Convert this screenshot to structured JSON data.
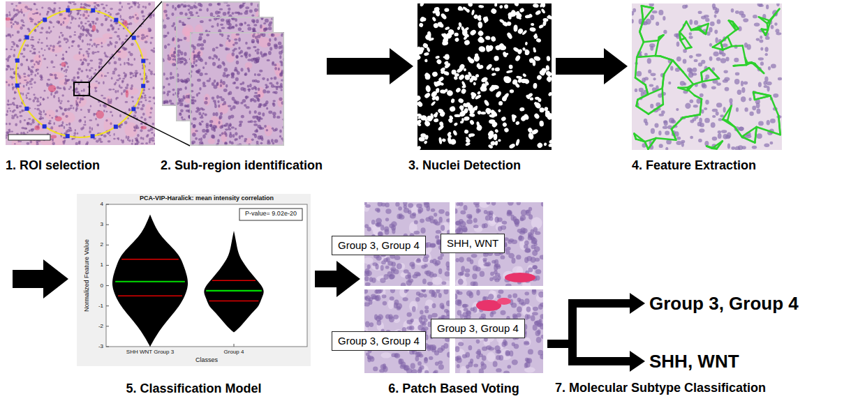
{
  "diagram": {
    "nodes": [
      {
        "text": [
          "1. ROI selection"
        ]
      },
      {
        "text": [
          "2. Sub-region identification"
        ]
      },
      {
        "text": [
          "3. Nuclei Detection"
        ]
      },
      {
        "text": [
          "4. Feature Extraction"
        ]
      },
      {
        "text": [
          "5. Classification Model"
        ]
      },
      {
        "text": [
          "6. Patch Based Voting"
        ]
      },
      {
        "text": [
          "Group 3, Group 4"
        ],
        "in": 5
      },
      {
        "text": [
          "SHH, WNT"
        ],
        "in": 5
      },
      {
        "text": [
          "Group 3, Group 4"
        ],
        "in": 5
      },
      {
        "text": [
          "Group 3, Group 4"
        ],
        "in": 5
      },
      {
        "text": [
          "Group 3, Group 4"
        ]
      },
      {
        "text": [
          "SHH, WNT"
        ]
      }
    ],
    "edges": [
      {
        "from": 1,
        "to": 2,
        "arrow": "to"
      },
      {
        "from": 2,
        "to": 3,
        "arrow": "to"
      },
      {
        "from": 4,
        "to": 5,
        "arrow": "to"
      },
      {
        "from": 5,
        "to": 10,
        "arrow": "to"
      },
      {
        "from": 5,
        "to": 11,
        "arrow": "to"
      }
    ],
    "labels": [
      "PCA-VIP-Haralick: mean intensity correlation",
      "P-value= 9.02e-20",
      "Normalized Feature Value",
      "4",
      "3",
      "2",
      "1",
      "0",
      "-1",
      "-2",
      "-3",
      "SHH WNT Group 3",
      "Group 4",
      "Classes",
      "7. Molecular Subtype Classification"
    ]
  }
}
